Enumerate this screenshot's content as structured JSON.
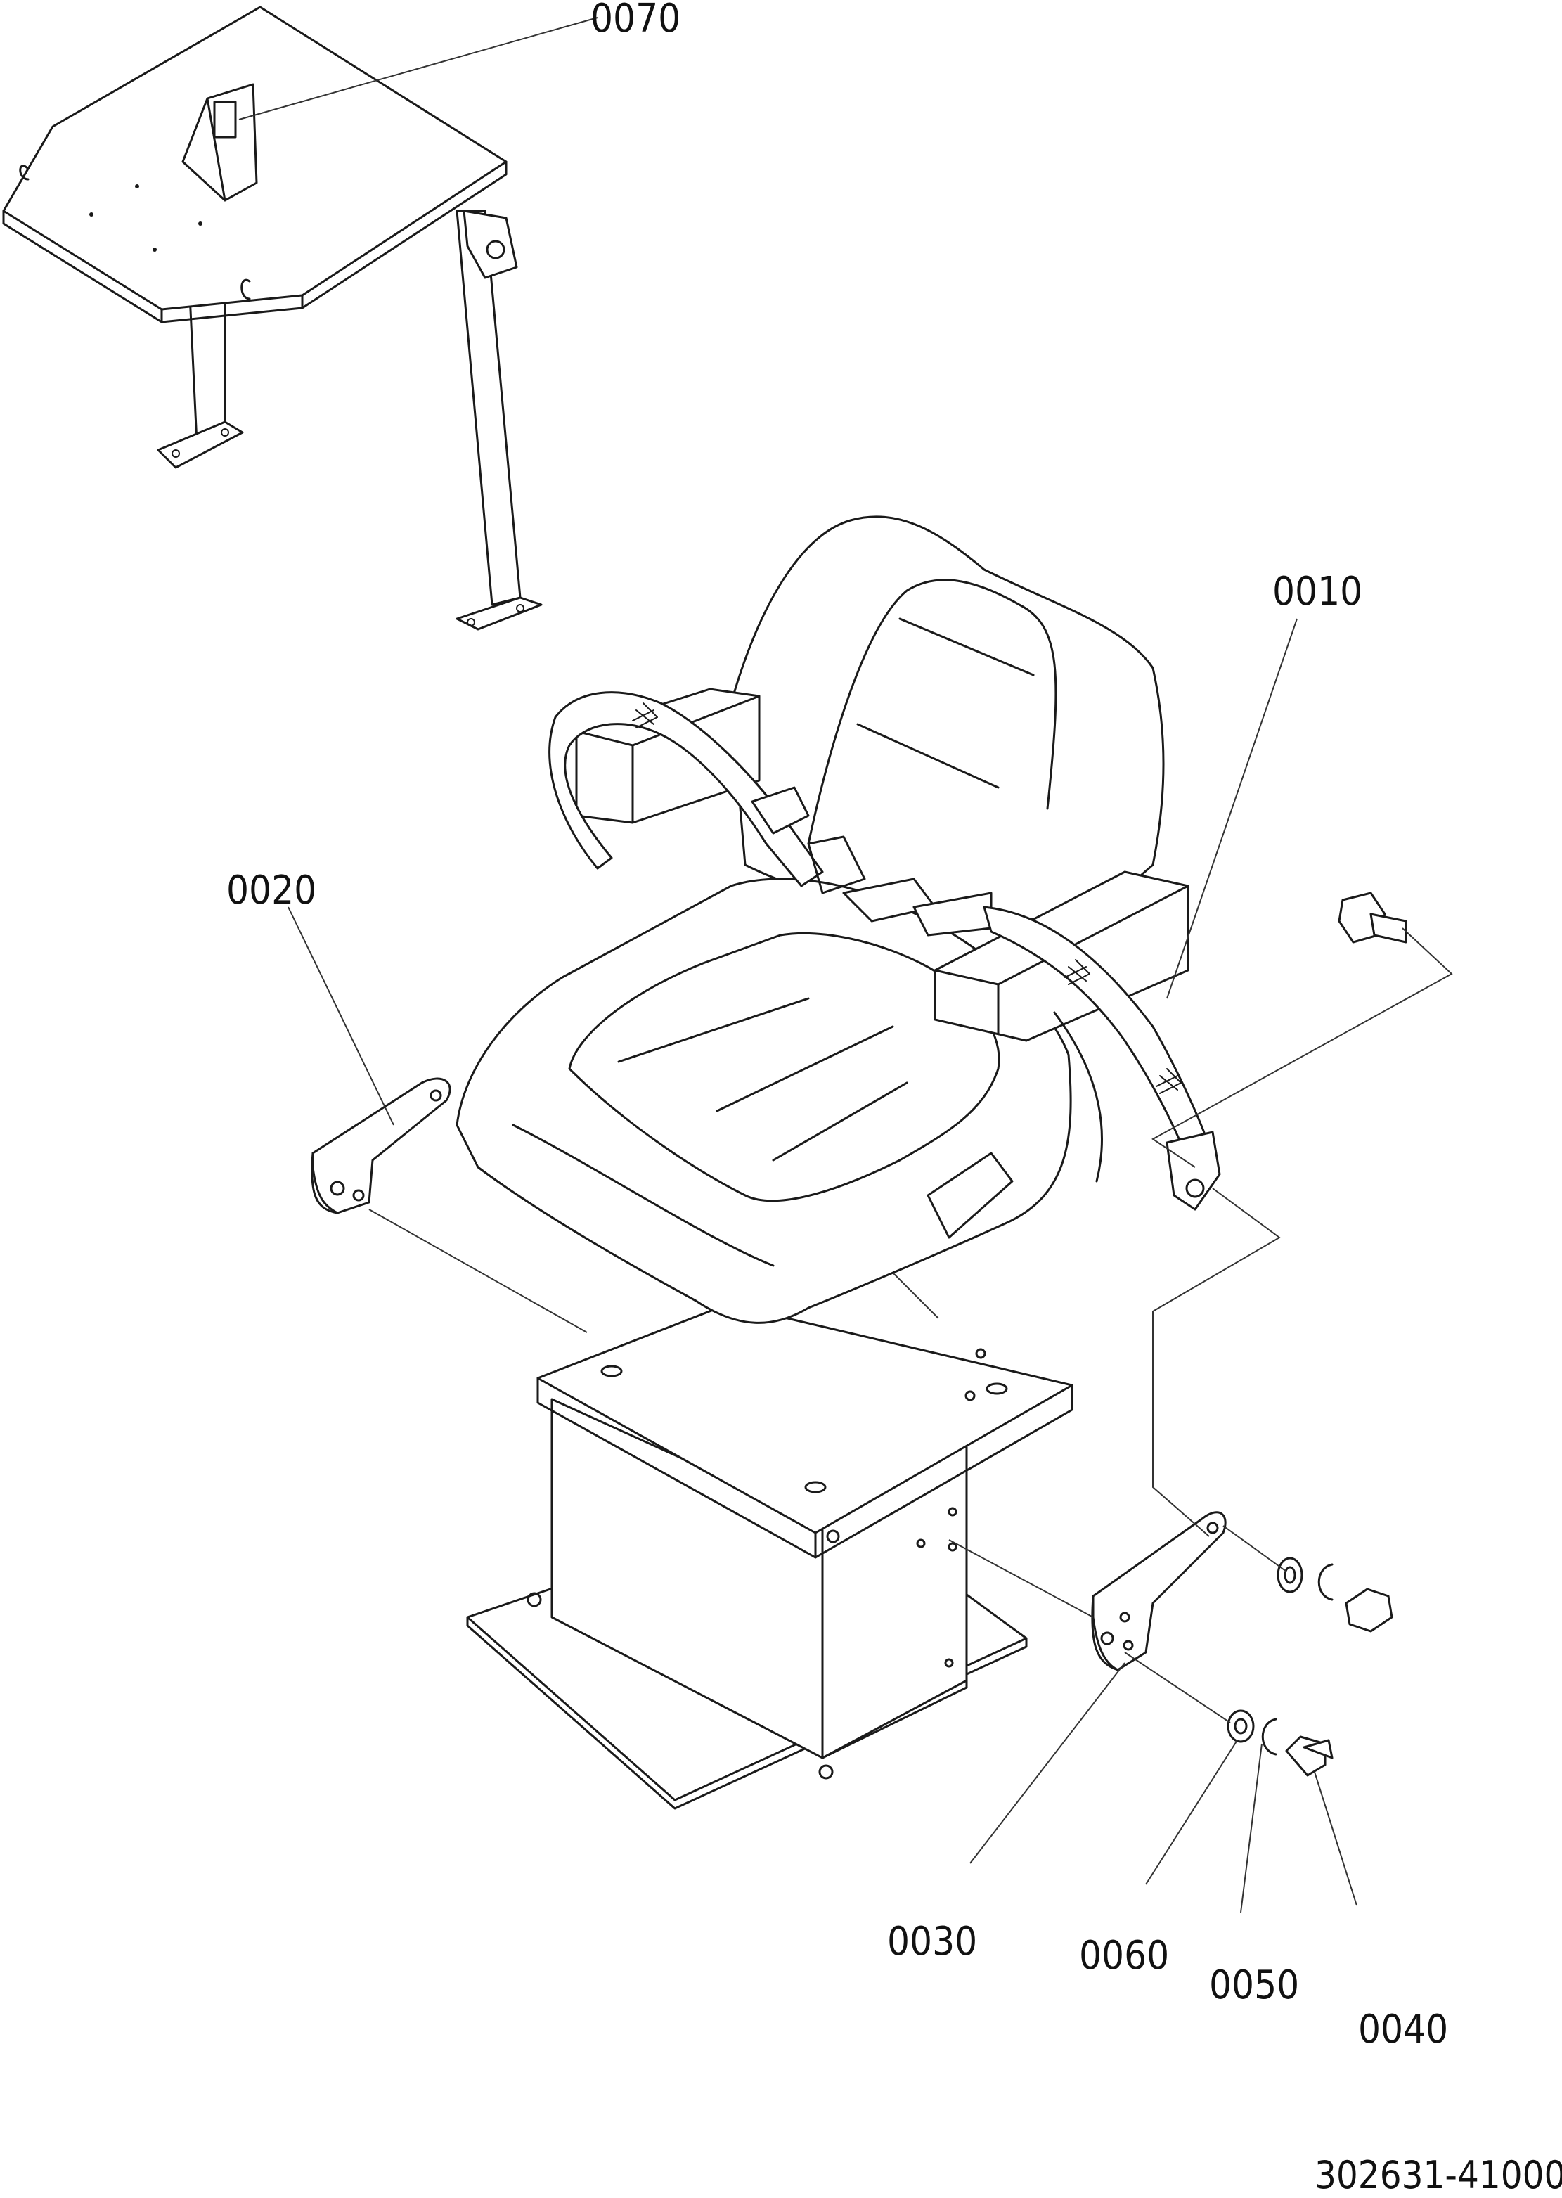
{
  "callouts": {
    "p0010": "0010",
    "p0020": "0020",
    "p0030": "0030",
    "p0040": "0040",
    "p0050": "0050",
    "p0060": "0060",
    "p0070": "0070"
  },
  "drawing_number": "302631-41000",
  "colors": {
    "ink": "#1a1a1a",
    "paper": "#ffffff"
  }
}
